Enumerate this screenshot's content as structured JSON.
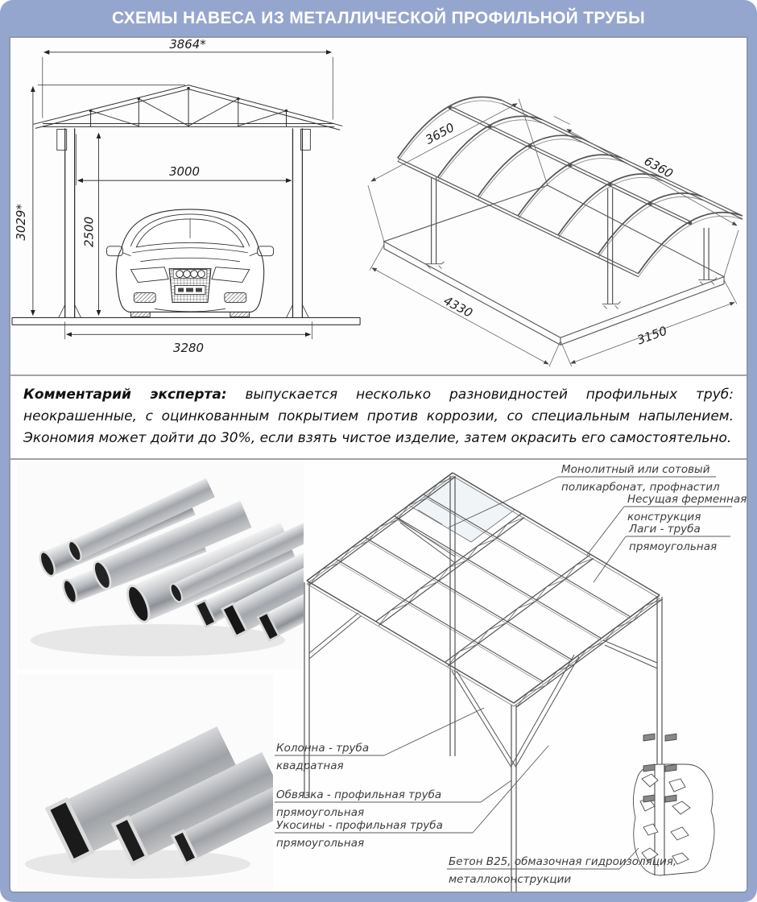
{
  "header": {
    "title": "СХЕМЫ НАВЕСА ИЗ МЕТАЛЛИЧЕСКОЙ ПРОФИЛЬНОЙ ТРУБЫ"
  },
  "front_view": {
    "dim_top": "3864*",
    "dim_span": "3000",
    "dim_height_total": "3029*",
    "dim_height_clear": "2500",
    "dim_bottom": "3280"
  },
  "iso_view": {
    "dim_width": "3650",
    "dim_length": "6360",
    "dim_base_length": "4330",
    "dim_base_width": "3150"
  },
  "commentary": {
    "lead": "Комментарий эксперта:",
    "body": " выпускается несколько разновидностей профильных труб: неокрашенные, с оцинкованным покрытием против коррозии, со специальным напылением. Экономия может дойти до 30%, если взять чистое изделие, затем окрасить его самостоятельно."
  },
  "frame_callouts": {
    "roof_l1": "Монолитный или сотовый",
    "roof_l2": "поликарбонат, профнастил",
    "truss_l1": "Несущая ферменная",
    "truss_l2": "конструкция",
    "lagi_l1": "Лаги - труба",
    "lagi_l2": "прямоугольная",
    "column_l1": "Колонна - труба",
    "column_l2": "квадратная",
    "obvyazka_l1": "Обвязка - профильная труба",
    "obvyazka_l2": "прямоугольная",
    "ukosiny_l1": "Укосины - профильная труба",
    "ukosiny_l2": "прямоугольная",
    "concrete_l1": "Бетон В25, обмазочная гидроизоляция,",
    "concrete_l2": "металлоконструкции"
  },
  "colors": {
    "accent": "#95a6ce",
    "panel_border": "#8c96ae",
    "drawing_line": "#3a3a3a",
    "callout_text": "#3d3d3d"
  }
}
